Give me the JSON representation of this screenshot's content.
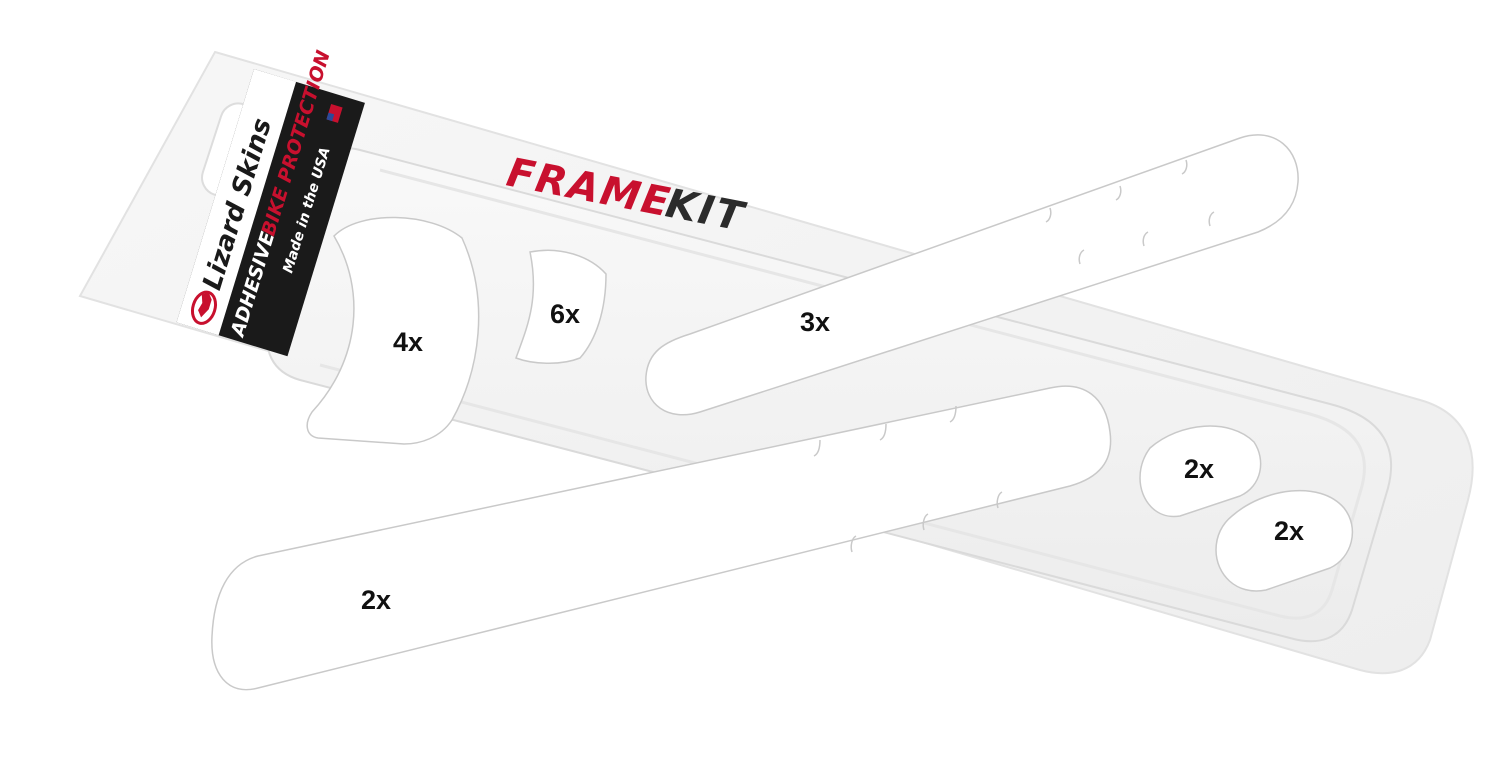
{
  "package": {
    "brand": "Lizard Skins",
    "tagline_part1": "ADHESIVE",
    "tagline_part2": "BIKE PROTECTION",
    "origin": "Made in the USA",
    "title_part1": "FRAME",
    "title_part2": "KIT"
  },
  "colors": {
    "brand_red": "#c8102e",
    "label_black": "#1a1a1a",
    "title_dark": "#2b2b2b",
    "sticker_fill": "#ffffff",
    "sticker_edge": "#c9c9c9"
  },
  "pieces": [
    {
      "id": "curved-patch-large",
      "quantity": "4x"
    },
    {
      "id": "curved-patch-small",
      "quantity": "6x"
    },
    {
      "id": "chainstay-strip-upper",
      "quantity": "3x"
    },
    {
      "id": "chainstay-strip-lower",
      "quantity": "2x"
    },
    {
      "id": "oval-patch-upper",
      "quantity": "2x"
    },
    {
      "id": "oval-patch-lower",
      "quantity": "2x"
    }
  ]
}
